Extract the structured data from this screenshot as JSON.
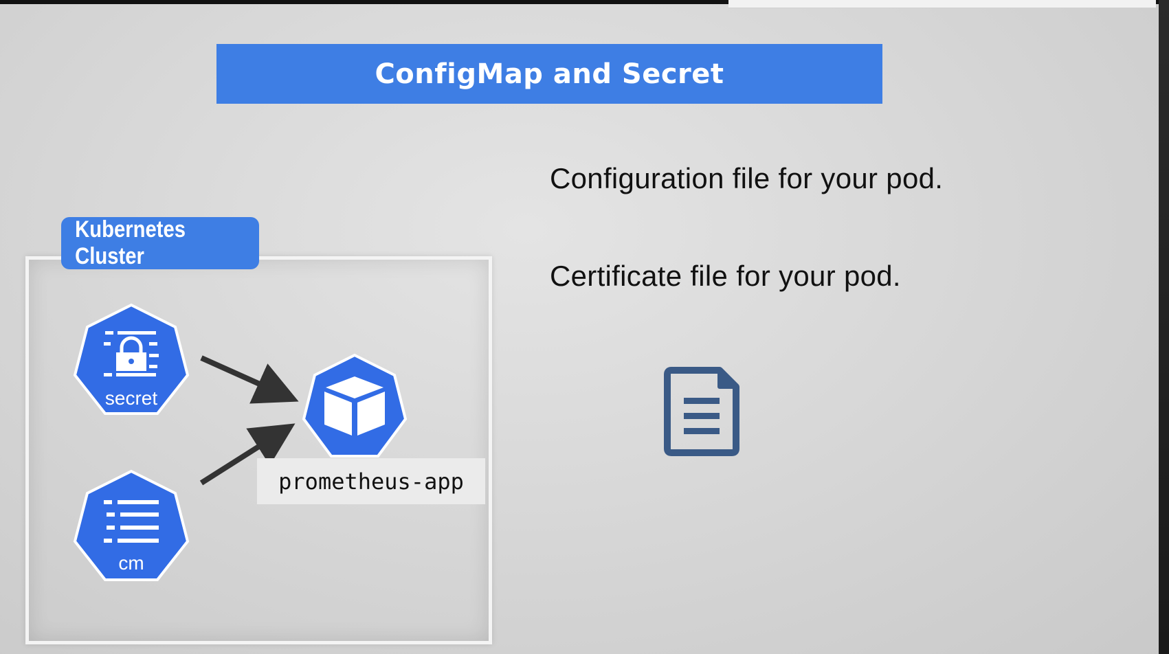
{
  "title": "ConfigMap and Secret",
  "descriptions": [
    "Configuration file for your pod.",
    "Certificate file for your pod."
  ],
  "cluster": {
    "label": "Kubernetes Cluster",
    "nodes": {
      "secret": {
        "caption": "secret",
        "icon": "lock-list-icon"
      },
      "configmap": {
        "caption": "cm",
        "icon": "list-icon"
      },
      "pod": {
        "label": "prometheus-app",
        "icon": "cube-icon"
      }
    }
  },
  "document_icon": "document-icon",
  "colors": {
    "accent": "#3e7ee4",
    "node_blue": "#326ce5",
    "background": "#d9d9d9"
  }
}
